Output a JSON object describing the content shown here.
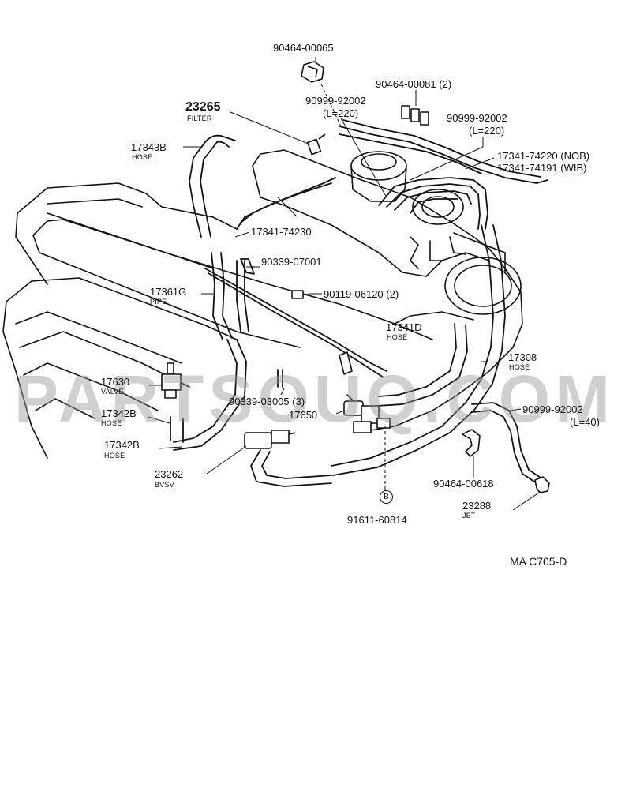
{
  "watermark": "PARTSOUQ.COM",
  "diagram_code": "MA C705-D",
  "circle_ref": "B",
  "parts": {
    "p90464_00065": "90464-00065",
    "p90464_00081": "90464-00081",
    "p90464_00081_qty": "(2)",
    "p90999_92002_a": "90999-92002",
    "p90999_92002_a_len": "(L=220)",
    "p90999_92002_b": "90999-92002",
    "p90999_92002_b_len": "(L=220)",
    "p23265": "23265",
    "p23265_name": "FILTER",
    "p17343b": "17343B",
    "p17343b_name": "HOSE",
    "p17341_74220": "17341-74220",
    "p17341_74220_note": "(NOB)",
    "p17341_74191": "17341-74191",
    "p17341_74191_note": "(WIB)",
    "p17341_74230": "17341-74230",
    "p90339_07001": "90339-07001",
    "p17361g": "17361G",
    "p17361g_name": "PIPE",
    "p90119_06120": "90119-06120",
    "p90119_06120_qty": "(2)",
    "p17341d": "17341D",
    "p17341d_name": "HOSE",
    "p17308": "17308",
    "p17308_name": "HOSE",
    "p17630": "17630",
    "p17630_name": "VALVE",
    "p90339_03005": "90339-03005",
    "p90339_03005_qty": "(3)",
    "p17650": "17650",
    "p17342b_a": "17342B",
    "p17342b_a_name": "HOSE",
    "p17342b_b": "17342B",
    "p17342b_b_name": "HOSE",
    "p90999_92002_c": "90999-92002",
    "p90999_92002_c_len": "(L=40)",
    "p23262": "23262",
    "p23262_name": "BVSV",
    "p90464_00618": "90464-00618",
    "p23288": "23288",
    "p23288_name": "JET",
    "p91611_60814": "91611-60814"
  }
}
